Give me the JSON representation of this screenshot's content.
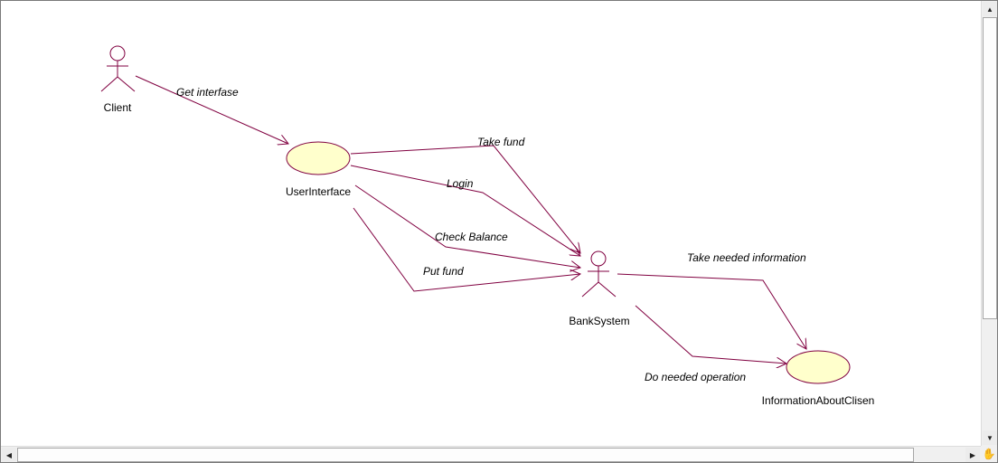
{
  "actors": {
    "client": "Client",
    "bank_system": "BankSystem"
  },
  "use_cases": {
    "user_interface": "UserInterface",
    "information": "InformationAboutClisen"
  },
  "messages": {
    "get_interfase": "Get interfase",
    "take_fund": "Take fund",
    "login": "Login",
    "check_balance": "Check Balance",
    "put_fund": "Put fund",
    "take_needed_information": "Take needed information",
    "do_needed_operation": "Do needed operation"
  },
  "colors": {
    "line": "#800040",
    "usecase_fill": "#ffffcc",
    "actor_stroke": "#800040"
  },
  "icons": {
    "scroll_up": "arrow-up-icon",
    "scroll_down": "arrow-down-icon",
    "scroll_left": "arrow-left-icon",
    "scroll_right": "arrow-right-icon",
    "corner": "hand-grip-icon"
  }
}
